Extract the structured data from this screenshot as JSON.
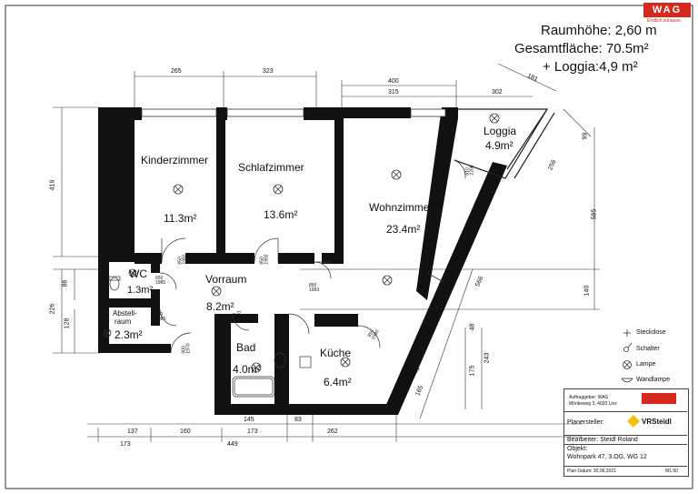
{
  "header": {
    "ceiling_height": "Raumhöhe: 2,60 m",
    "total_area": "Gesamtfläche: 70.5m²",
    "loggia_area": "+ Loggia:4,9 m²",
    "logo_text": "WAG",
    "logo_tagline": "Endlich zuhause."
  },
  "rooms": {
    "kinderzimmer": {
      "name": "Kinderzimmer",
      "area": "11.3m²"
    },
    "schlafzimmer": {
      "name": "Schlafzimmer",
      "area": "13.6m²"
    },
    "wohnzimmer": {
      "name": "Wohnzimmer",
      "area": "23.4m²"
    },
    "loggia": {
      "name": "Loggia",
      "area": "4.9m²"
    },
    "wc": {
      "name": "WC",
      "area": "1.3m²"
    },
    "vorraum": {
      "name": "Vorraum",
      "area": "8.2m²"
    },
    "abstellraum": {
      "name": "Abstell-",
      "name2": "raum",
      "area": "2.3m²"
    },
    "bad": {
      "name": "Bad",
      "area": "4.0m²"
    },
    "kueche": {
      "name": "Küche",
      "area": "6.4m²"
    }
  },
  "dimensions": {
    "top": [
      "265",
      "323",
      "400",
      "315",
      "302",
      "181"
    ],
    "right": [
      "99",
      "256",
      "585",
      "140",
      "566",
      "48",
      "243",
      "175",
      "41",
      "165"
    ],
    "left": [
      "419",
      "86",
      "226",
      "128"
    ],
    "bottom": [
      "137",
      "160",
      "145",
      "173",
      "83",
      "262",
      "173",
      "449"
    ]
  },
  "doors": [
    "850\n1992",
    "850\n1992",
    "850\n1993",
    "650\n1985",
    "650\n1985",
    "850\n1981",
    "900\n1970",
    "850\n1993",
    "810\n2200"
  ],
  "legend": {
    "items": [
      {
        "icon": "socket-icon",
        "label": "Steckdose"
      },
      {
        "icon": "switch-icon",
        "label": "Schalter"
      },
      {
        "icon": "lamp-icon",
        "label": "Lampe"
      },
      {
        "icon": "wall-lamp-icon",
        "label": "Wandlampe"
      }
    ]
  },
  "title_block": {
    "client_label": "Auftraggeber: WAG",
    "client_address": "Mörikeweg 3, 4020 Linz",
    "planner_label": "Planersteller:",
    "planner_company": "VRSteidl",
    "editor": "Bearbeiter: Steidl Roland",
    "object_label": "Objekt:",
    "object": "Wohnpark 47, 3.OG, WG 12",
    "plan_date": "Plan Datum: 30.06.2021",
    "scale": "M1:50"
  },
  "colors": {
    "wall": "#111111",
    "accent": "#d7281e",
    "line": "#333333"
  }
}
